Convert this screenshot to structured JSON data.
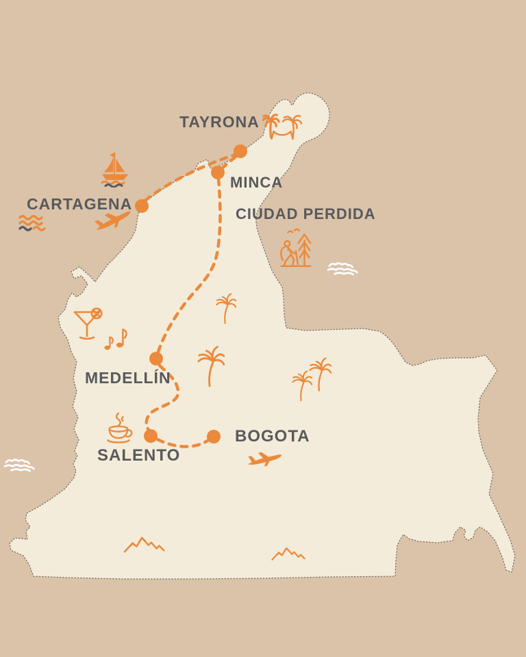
{
  "colors": {
    "background": "#DBC3A9",
    "landmass": "#F3ECDA",
    "accent": "#EB8A3C",
    "label": "#58595B",
    "cloud": "#FFFFFF",
    "outline": "#6E675C"
  },
  "stops": [
    {
      "id": "cartagena",
      "label": "CARTAGENA"
    },
    {
      "id": "tayrona",
      "label": "TAYRONA"
    },
    {
      "id": "minca",
      "label": "MINCA"
    },
    {
      "id": "medellin",
      "label": "MEDELLÍN"
    },
    {
      "id": "salento",
      "label": "SALENTO"
    },
    {
      "id": "bogota",
      "label": "BOGOTA"
    }
  ],
  "places": [
    {
      "id": "ciudad-perdida",
      "label": "CIUDAD PERDIDA"
    }
  ],
  "icons": [
    "sailboat-icon",
    "sea-waves-icon",
    "airplane-icon",
    "palm-hammock-icon",
    "trek-hiker-icon",
    "cloud-icon",
    "cocktail-icon",
    "music-notes-icon",
    "palm-tree-icon",
    "coffee-cup-icon",
    "mountains-icon"
  ]
}
